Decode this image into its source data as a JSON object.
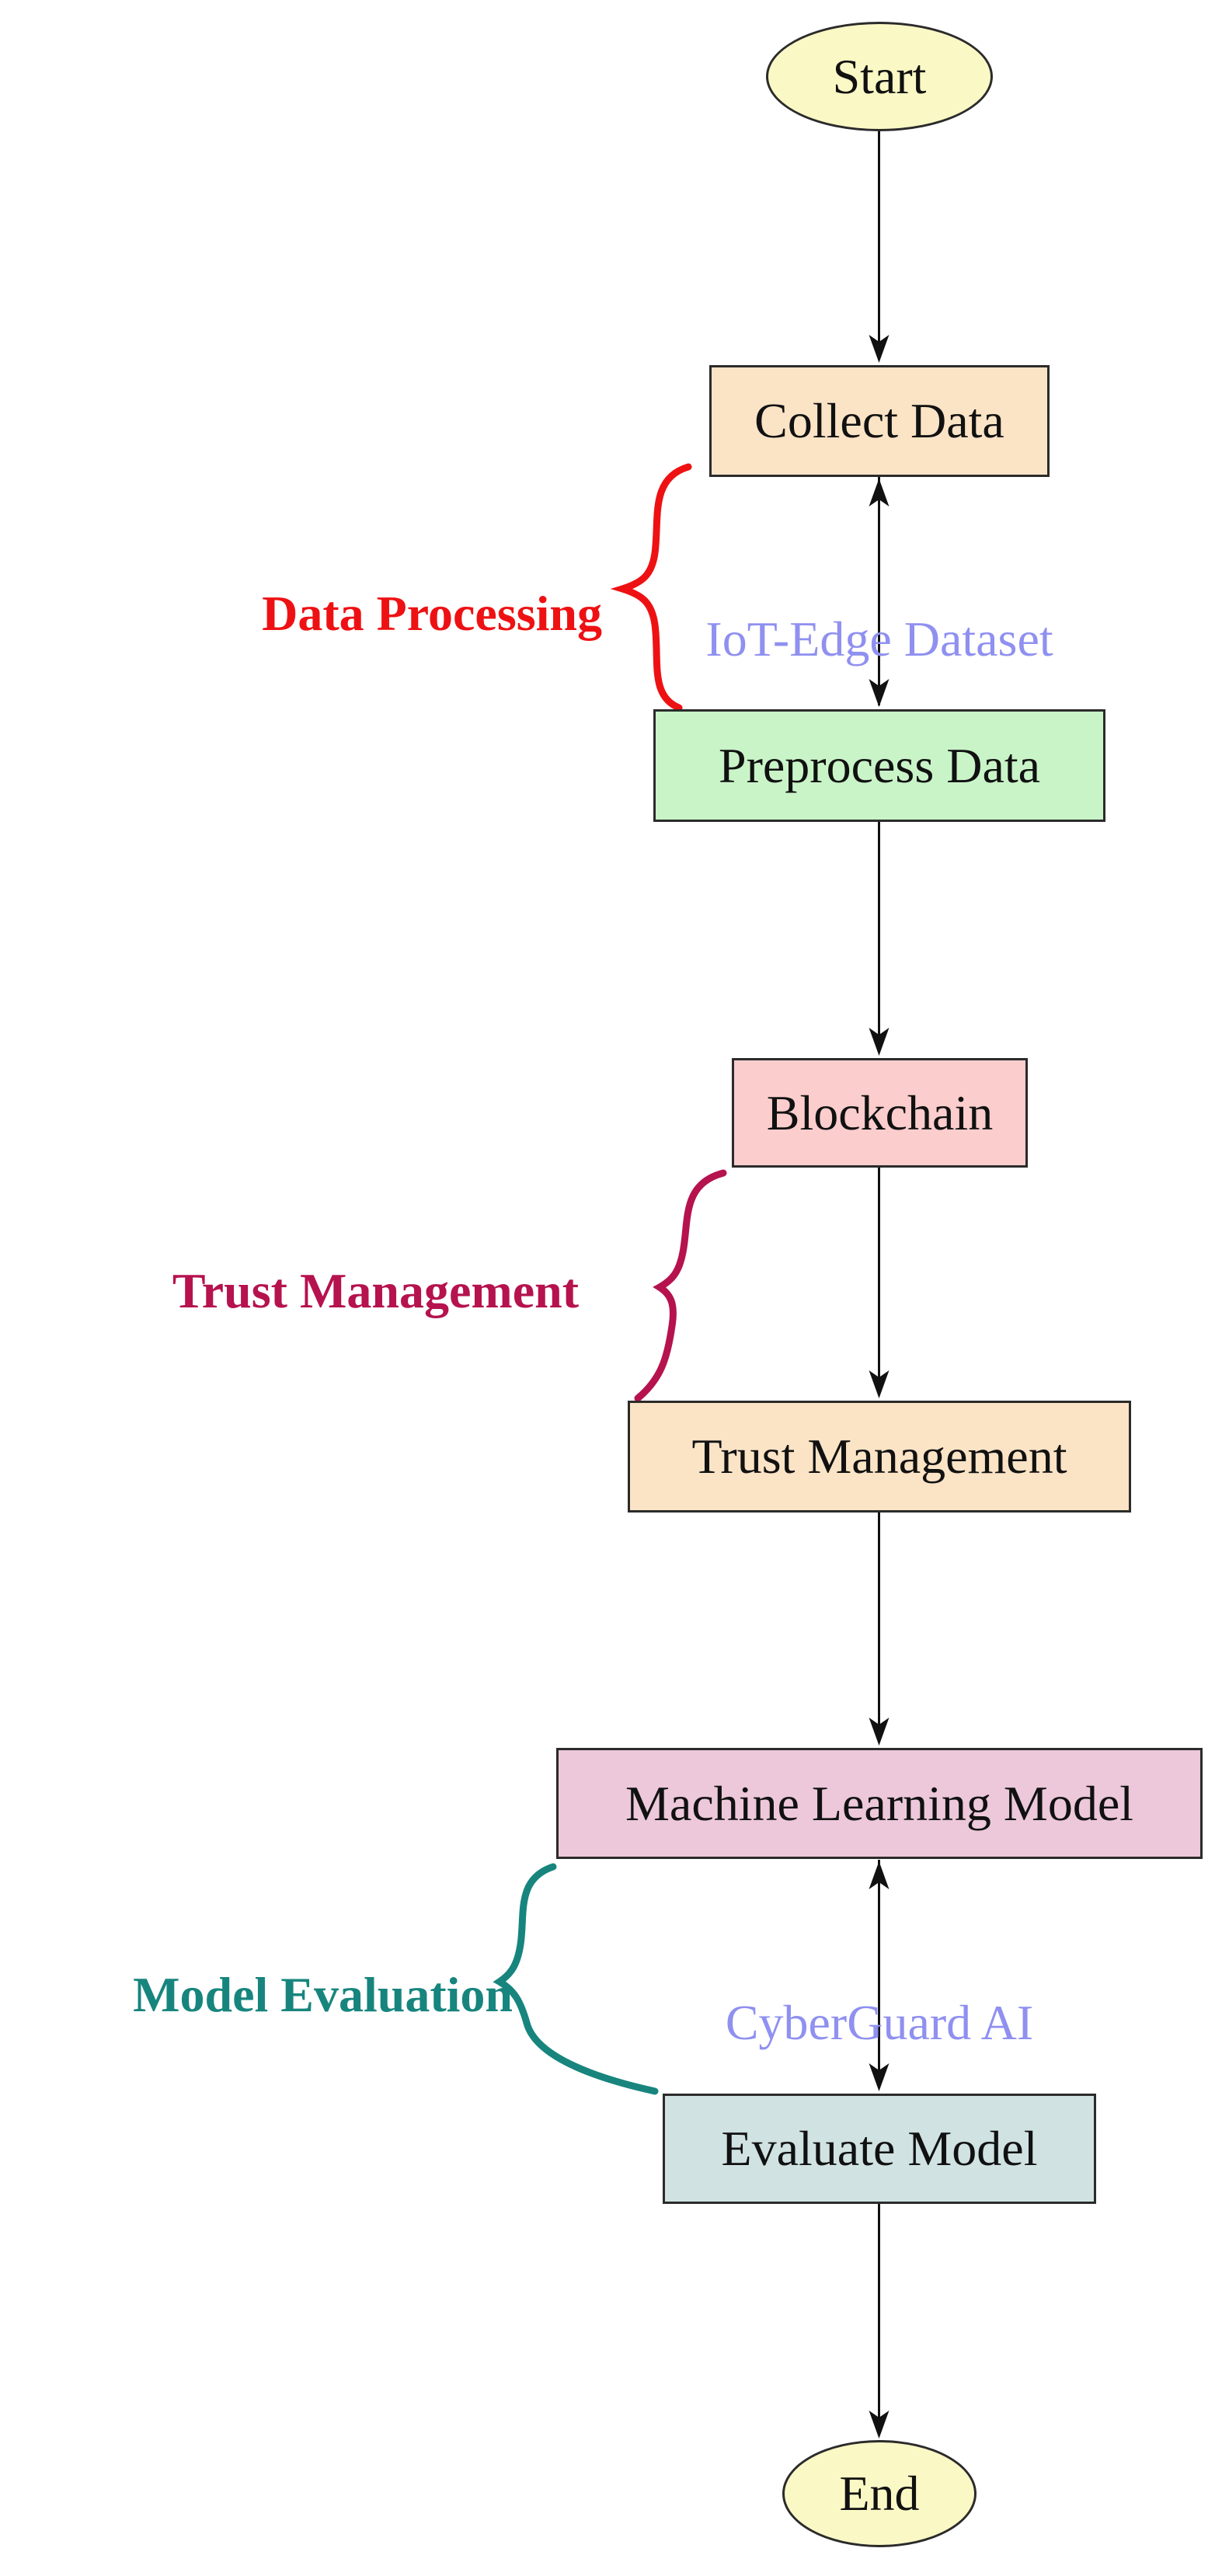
{
  "diagram": {
    "type": "flowchart",
    "background": "#ffffff",
    "nodes": {
      "start": {
        "label": "Start",
        "shape": "ellipse",
        "fill": "#faf8c5"
      },
      "collect": {
        "label": "Collect Data",
        "shape": "rect",
        "fill": "#fbe3c6"
      },
      "preprocess": {
        "label": "Preprocess Data",
        "shape": "rect",
        "fill": "#c9f4c8"
      },
      "blockchain": {
        "label": "Blockchain",
        "shape": "rect",
        "fill": "#fbcdcd"
      },
      "trust": {
        "label": "Trust Management",
        "shape": "rect",
        "fill": "#fbe3c6"
      },
      "ml": {
        "label": "Machine Learning Model",
        "shape": "rect",
        "fill": "#ecc8da"
      },
      "evaluate": {
        "label": "Evaluate Model",
        "shape": "rect",
        "fill": "#d0e2e2"
      },
      "end": {
        "label": "End",
        "shape": "ellipse",
        "fill": "#faf8c5"
      }
    },
    "edges": [
      {
        "from": "start",
        "to": "collect",
        "direction": "down"
      },
      {
        "from": "collect",
        "to": "preprocess",
        "direction": "both",
        "label": "IoT-Edge Dataset"
      },
      {
        "from": "preprocess",
        "to": "blockchain",
        "direction": "down"
      },
      {
        "from": "blockchain",
        "to": "trust",
        "direction": "down"
      },
      {
        "from": "trust",
        "to": "ml",
        "direction": "down"
      },
      {
        "from": "ml",
        "to": "evaluate",
        "direction": "both",
        "label": "CyberGuard AI"
      },
      {
        "from": "evaluate",
        "to": "end",
        "direction": "down"
      }
    ],
    "edge_labels": {
      "iot": {
        "text": "IoT-Edge Dataset",
        "color": "#8f90f0"
      },
      "cyber": {
        "text": "CyberGuard AI",
        "color": "#8f90f0"
      }
    },
    "group_labels": {
      "data_processing": {
        "text": "Data Processing",
        "color": "#ee1113",
        "spans": [
          "collect",
          "preprocess"
        ]
      },
      "trust_management": {
        "text": "Trust Management",
        "color": "#b5124e",
        "spans": [
          "blockchain",
          "trust"
        ]
      },
      "model_evaluation": {
        "text": "Model Evaluation",
        "color": "#17857e",
        "spans": [
          "ml",
          "evaluate"
        ]
      }
    }
  }
}
